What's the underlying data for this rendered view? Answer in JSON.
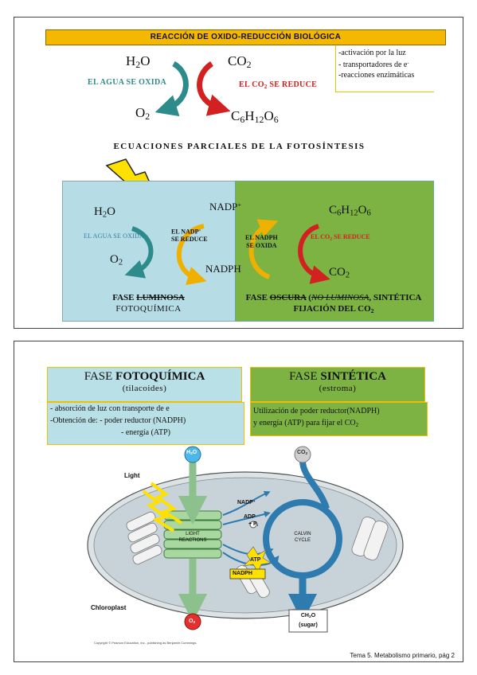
{
  "top": {
    "title": "REACCIÓN DE OXIDO-REDUCCIÓN BIOLÓGICA",
    "h2o": "H",
    "h2o_sub": "2",
    "h2o_o": "O",
    "co2_c": "CO",
    "co2_sub": "2",
    "o2_o": "O",
    "o2_sub": "2",
    "glucose": [
      "C",
      "6",
      "H",
      "12",
      "O",
      "6"
    ],
    "water_oxidizes": "EL AGUA SE OXIDA",
    "co2_reduces_pre": "EL CO",
    "co2_reduces_sub": "2",
    "co2_reduces_post": " SE REDUCE",
    "notes": [
      "-activación por la luz",
      "- transportadores de e",
      "-reacciones enzimáticas"
    ],
    "notes_sup": "-",
    "partial_title": "ECUACIONES PARCIALES DE LA FOTOSÍNTESIS",
    "luminosa": {
      "water_oxidizes": "EL AGUA SE OXIDA",
      "nadp_plus": "NADP",
      "nadp_sup": "+",
      "nadph": "NADPH",
      "nadp_reduces_1": "EL NADP",
      "nadp_reduces_sup": "+",
      "nadp_reduces_2": "SE REDUCE",
      "label_fase": "FASE ",
      "label_luminosa": "LUMINOSA",
      "label_foto": "FOTOQUÍMICA"
    },
    "oscura": {
      "nadph_oxidizes_1": "EL NADPH",
      "nadph_oxidizes_2": "SE OXIDA",
      "co2_reduces_pre": "EL CO",
      "co2_reduces_sub": "2",
      "co2_reduces_post": " SE REDUCE",
      "label_fase": "FASE ",
      "label_oscura": "OSCURA",
      "label_paren": " (",
      "label_no_lum": "NO LUMINOSA",
      "label_sint": ", SINTÉTICA",
      "label_fij_pre": "FIJACIÓN DEL CO",
      "label_fij_sub": "2"
    }
  },
  "bottom": {
    "foto_title_pre": "FASE ",
    "foto_title_bold": "FOTOQUÍMICA",
    "foto_sub": "(tilacoides)",
    "foto_lines": [
      "- absorción de luz con transporte de e",
      "-Obtención de: - poder reductor (NADPH)",
      "- energía (ATP)"
    ],
    "sint_title_pre": "FASE ",
    "sint_title_bold": "SINTÉTICA",
    "sint_sub": "(estroma)",
    "sint_lines": [
      "Utilización de  poder reductor(NADPH)",
      "y energía (ATP) para fijar el CO"
    ],
    "sint_sub2": "2",
    "diagram": {
      "h2o": "H",
      "h2o_sub": "2",
      "h2o_o": "O",
      "co2": "CO",
      "co2_sub": "2",
      "light": "Light",
      "light_reactions_1": "LIGHT",
      "light_reactions_2": "REACTIONS",
      "nadp": "NADP",
      "nadp_sup": "+",
      "adp": "ADP",
      "pi": "P",
      "pi_sub": "i",
      "atp": "ATP",
      "nadph": "NADPH",
      "calvin_1": "CALVIN",
      "calvin_2": "CYCLE",
      "chloroplast": "Chloroplast",
      "o2": "O",
      "o2_sub": "2",
      "ch2o": "CH",
      "ch2o_sub": "2",
      "ch2o_o": "O",
      "sugar": "(sugar)",
      "copyright": "Copyright © Pearson Education, Inc., publishing as Benjamin Cummings."
    },
    "footer": "Tema 5. Metabolismo primario, pág 2"
  }
}
